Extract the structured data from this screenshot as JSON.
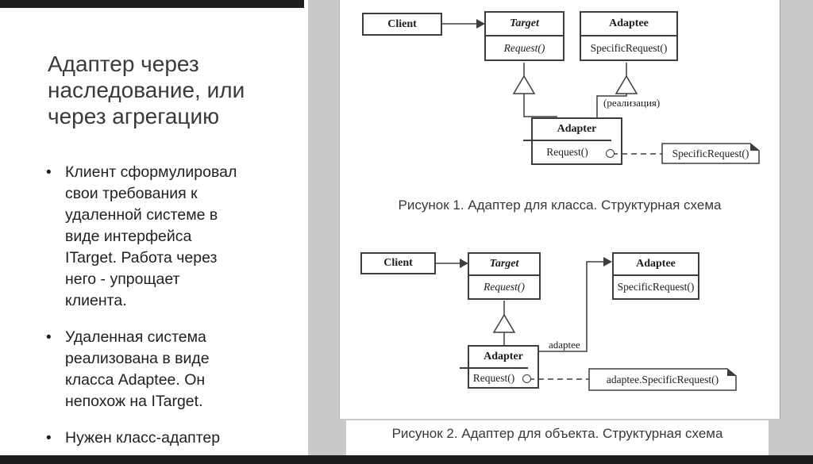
{
  "slide": {
    "top_bar_color": "#1d1d1d",
    "background_color": "#ffffff",
    "title_color": "#3a3a3a",
    "text_color": "#1f1f1f",
    "bullet_char": "•",
    "title_lines": [
      "Адаптер через",
      "наследование, или",
      "через агрегацию"
    ],
    "bullets": [
      {
        "lines": [
          "Клиент сформулировал",
          "свои требования к",
          "удаленной системе в",
          "виде интерфейса",
          "ITarget. Работа через",
          "него - упрощает",
          "клиента."
        ]
      },
      {
        "lines": [
          "Удаленная система",
          "реализована в виде",
          "класса Adaptee. Он",
          "непохож на ITarget."
        ]
      },
      {
        "lines": [
          "Нужен класс-адаптер"
        ]
      }
    ]
  },
  "document_view": {
    "surround_color": "#c8cac9",
    "page_color": "#ffffff",
    "line_color": "#3d3d3d",
    "figure1": {
      "caption": "Рисунок 1. Адаптер для класса. Структурная схема",
      "client": {
        "name": "Client"
      },
      "target": {
        "name": "Target",
        "method": "Request()"
      },
      "adaptee": {
        "name": "Adaptee",
        "method": "SpecificRequest()"
      },
      "adapter": {
        "name": "Adapter",
        "method": "Request()"
      },
      "note": "SpecificRequest()",
      "realization_label": "(реализация)"
    },
    "figure2": {
      "caption": "Рисунок 2. Адаптер для объекта. Структурная схема",
      "client": {
        "name": "Client"
      },
      "target": {
        "name": "Target",
        "method": "Request()"
      },
      "adaptee": {
        "name": "Adaptee",
        "method": "SpecificRequest()"
      },
      "adapter": {
        "name": "Adapter",
        "method": "Request()"
      },
      "note": "adaptee.SpecificRequest()",
      "adaptee_label": "adaptee"
    }
  }
}
